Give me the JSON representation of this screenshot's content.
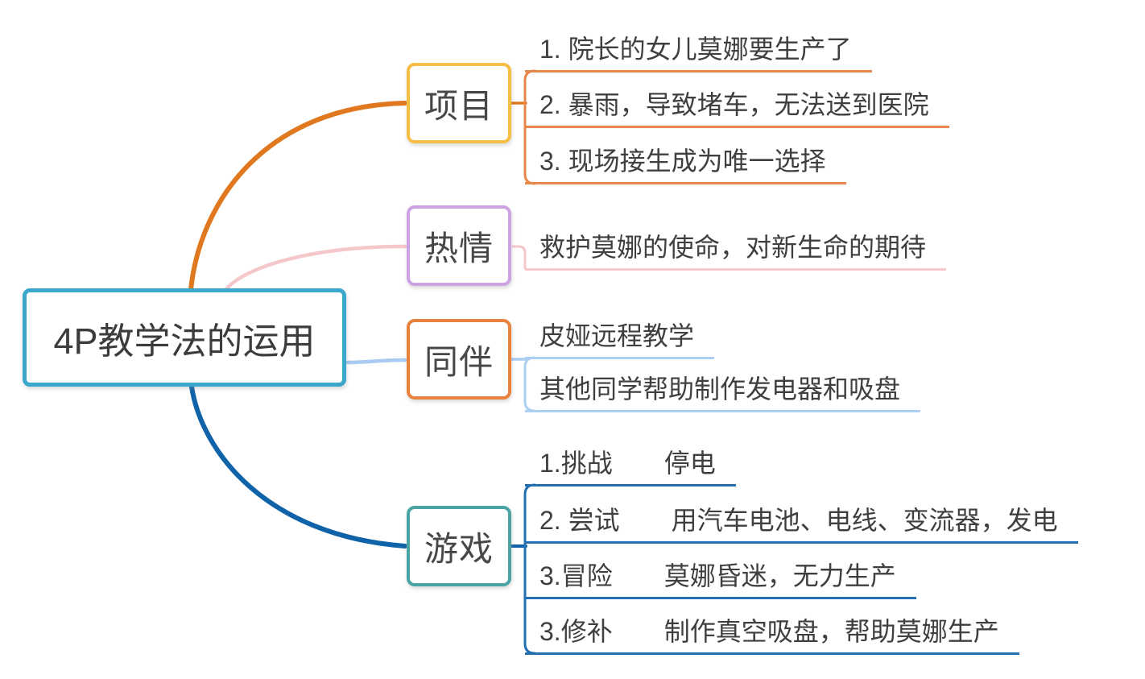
{
  "root": {
    "label": "4P教学法的运用",
    "border_color": "#3BA7CA"
  },
  "branches": [
    {
      "id": "project",
      "label": "项目",
      "border_color": "#F7BE45",
      "curve_color": "#E0781F",
      "leaf_line_color": "#E8874A",
      "leaves": [
        {
          "text": "1. 院长的女儿莫娜要生产了"
        },
        {
          "text": "2. 暴雨，导致堵车，无法送到医院"
        },
        {
          "text": "3. 现场接生成为唯一选择"
        }
      ]
    },
    {
      "id": "passion",
      "label": "热情",
      "border_color": "#CBA3E2",
      "curve_color": "#F5C6CA",
      "leaf_line_color": "#F8CACA",
      "leaves": [
        {
          "text": "救护莫娜的使命，对新生命的期待"
        }
      ]
    },
    {
      "id": "peers",
      "label": "同伴",
      "border_color": "#E8823C",
      "curve_color": "#A9CBF1",
      "leaf_line_color": "#ABD0F2",
      "leaves": [
        {
          "text": "皮娅远程教学"
        },
        {
          "text": "其他同学帮助制作发电器和吸盘"
        }
      ]
    },
    {
      "id": "play",
      "label": "游戏",
      "border_color": "#49A4A3",
      "curve_color": "#1063A8",
      "leaf_line_color": "#2270B2",
      "leaves": [
        {
          "text": "1.挑战　　停电"
        },
        {
          "text": "2. 尝试　　用汽车电池、电线、变流器，发电"
        },
        {
          "text": "3.冒险　　莫娜昏迷，无力生产"
        },
        {
          "text": "3.修补　　制作真空吸盘，帮助莫娜生产"
        }
      ]
    }
  ]
}
